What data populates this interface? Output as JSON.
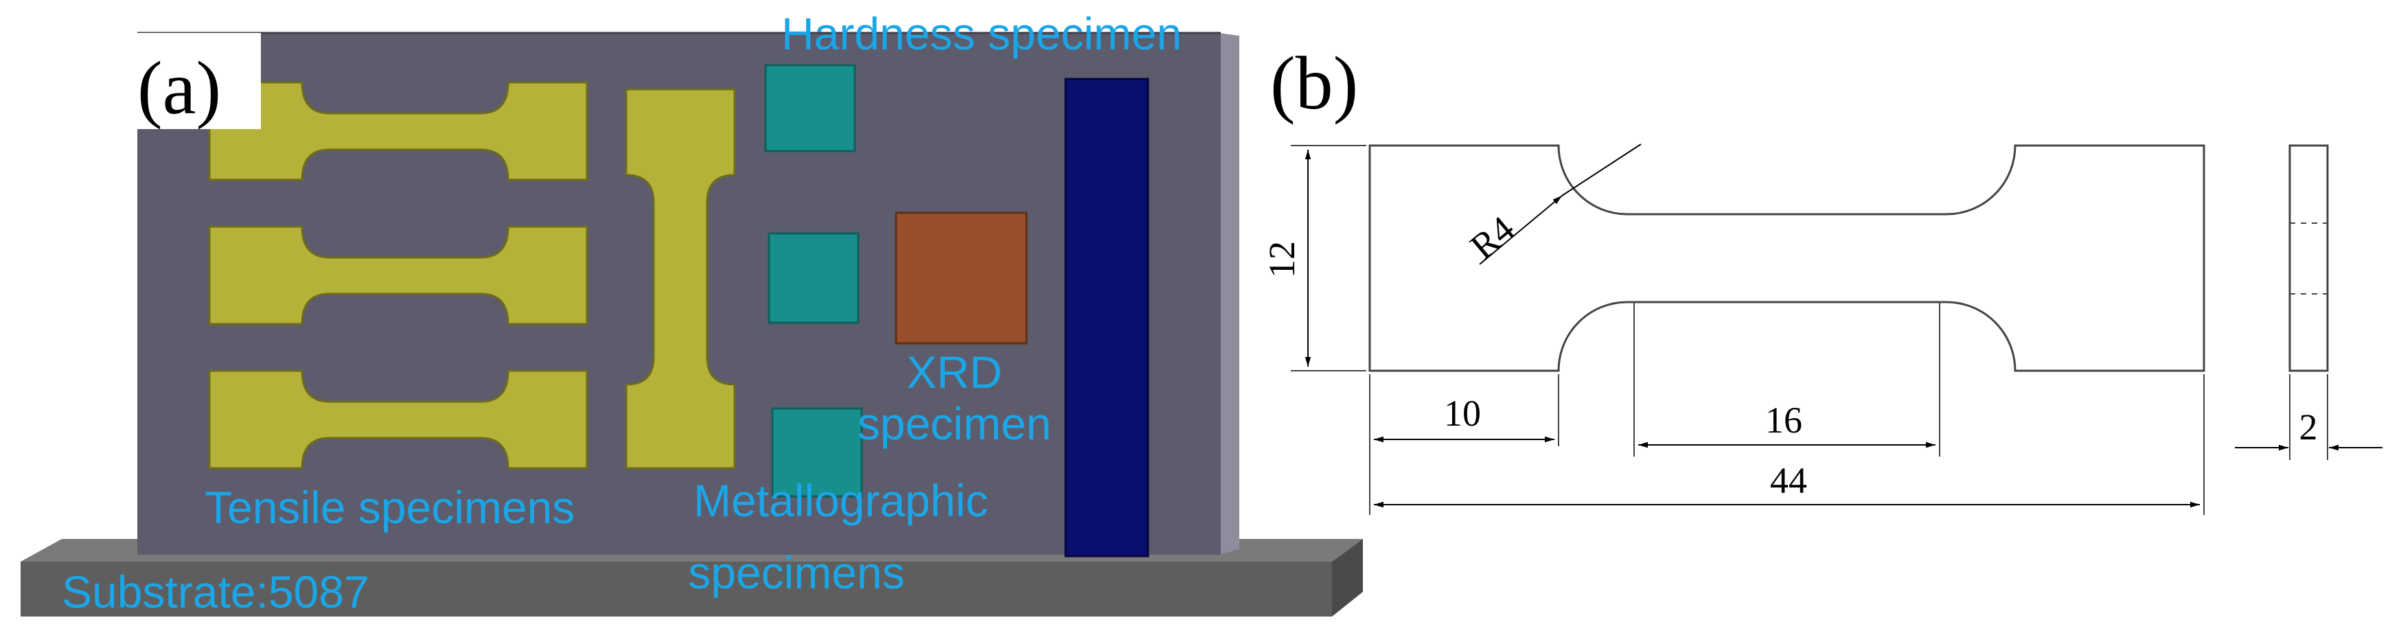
{
  "panel_a": {
    "label": "(a)",
    "labels": {
      "hardness": "Hardness specimen",
      "xrd_line1": "XRD",
      "xrd_line2": "specimen",
      "tensile": "Tensile specimens",
      "metallo_line1": "Metallographic",
      "metallo_line2": "specimens",
      "substrate": "Substrate:5087"
    },
    "colors": {
      "plate": "#5c5c6c",
      "plate_side": "#8d8d9d",
      "substrate_top": "#7a7a7a",
      "substrate_front": "#5e5e5e",
      "tensile": "#b5b23a",
      "hardness": "#178f8c",
      "xrd": "#9a4f2c",
      "bar": "#0a0f6e",
      "label_text": "#1ba6e8"
    }
  },
  "panel_b": {
    "label": "(b)",
    "dimensions": {
      "radius": "R4",
      "width": "12",
      "grip_length": "10",
      "gauge_length": "16",
      "total_length": "44",
      "thickness": "2"
    }
  }
}
